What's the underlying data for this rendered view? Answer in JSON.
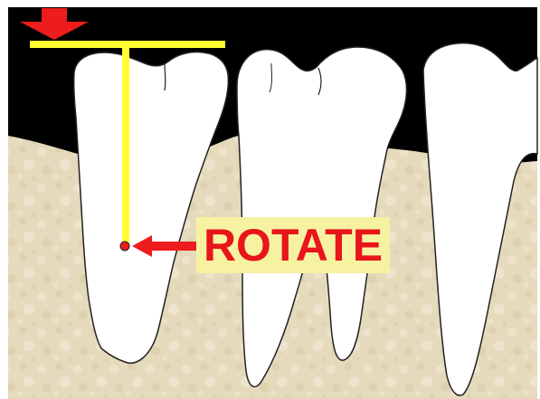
{
  "diagram": {
    "label": "ROTATE",
    "colors": {
      "soft_tissue": "#000000",
      "bone": "#e8dcc0",
      "tooth": "#ffffff",
      "tooth_outline": "#222222",
      "lever": "#ffff33",
      "arrow": "#ee1c1c",
      "label_text": "#e8151b",
      "label_background": "#f7f2a2"
    },
    "icons": [
      "force-down-arrow",
      "pointer-arrow",
      "rotation-point"
    ]
  }
}
